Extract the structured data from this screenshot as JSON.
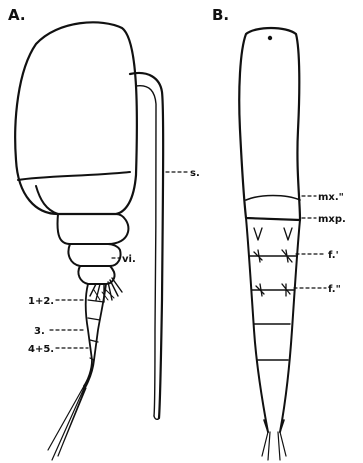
{
  "figure": {
    "panel_a": {
      "label": "A.",
      "callouts": {
        "s": "s.",
        "vi": "vi.",
        "seg12": "1+2.",
        "seg3": "3.",
        "seg45": "4+5."
      }
    },
    "panel_b": {
      "label": "B.",
      "callouts": {
        "mx2": "mx.\"",
        "mxp": "mxp.",
        "f1": "f.'",
        "f2": "f.\""
      }
    }
  }
}
